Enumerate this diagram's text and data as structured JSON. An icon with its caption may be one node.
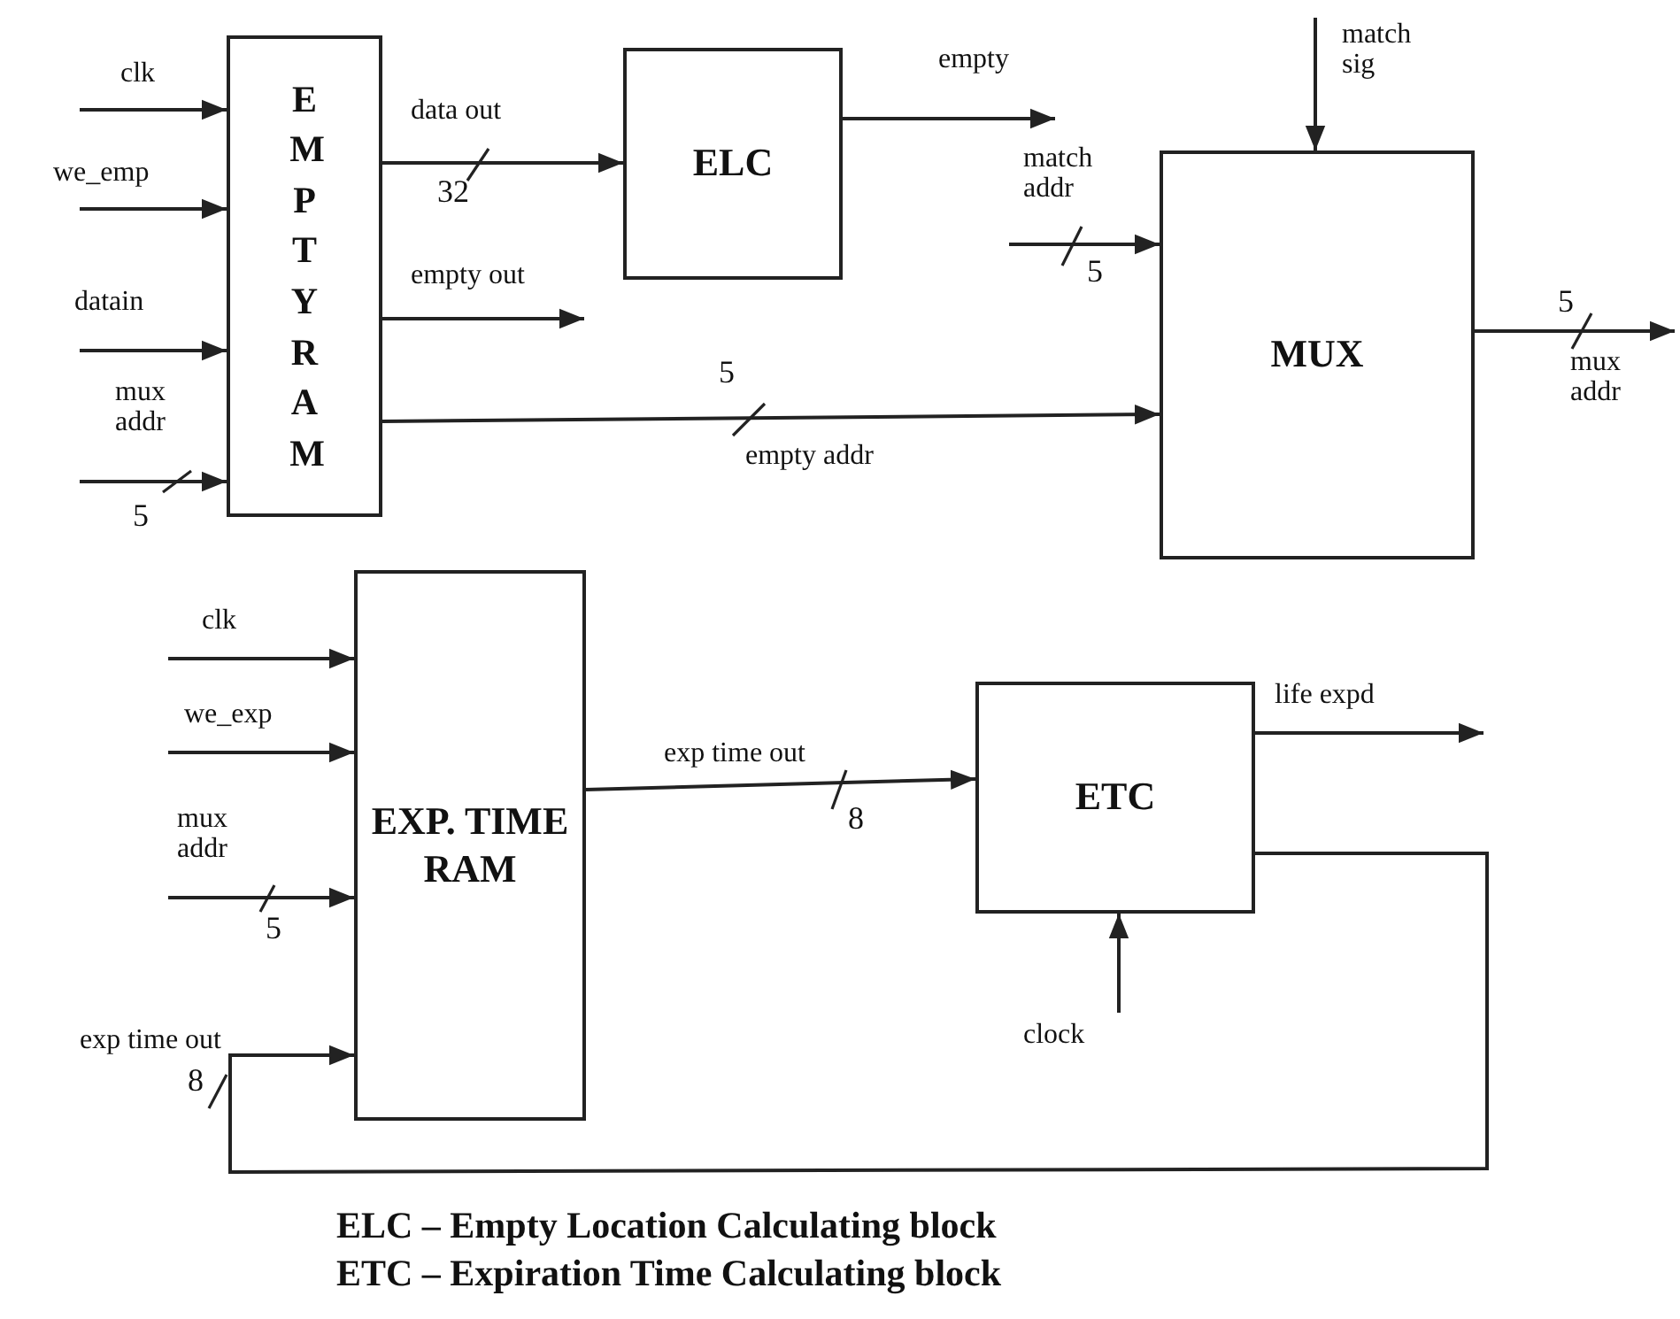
{
  "diagram": {
    "nodes": [
      {
        "text": [
          "EMPTY RAM"
        ]
      },
      {
        "text": [
          "ELC"
        ]
      },
      {
        "text": [
          "MUX"
        ]
      },
      {
        "text": [
          "EXP. TIME RAM"
        ]
      },
      {
        "text": [
          "ETC"
        ]
      }
    ],
    "edges": [
      {
        "from": null,
        "to": 0,
        "arrow": "to",
        "label": "clk"
      },
      {
        "from": null,
        "to": 0,
        "arrow": "to",
        "label": "we_emp"
      },
      {
        "from": null,
        "to": 0,
        "arrow": "to",
        "label": "datain"
      },
      {
        "from": null,
        "to": 0,
        "arrow": "to",
        "label": "mux addr"
      },
      {
        "from": 0,
        "to": 1,
        "arrow": "to",
        "label": "data out"
      },
      {
        "from": 0,
        "to": null,
        "arrow": "to",
        "label": "empty out"
      },
      {
        "from": 0,
        "to": 2,
        "arrow": "to",
        "label": "empty addr"
      },
      {
        "from": 1,
        "to": null,
        "arrow": "to",
        "label": "empty"
      },
      {
        "from": null,
        "to": 2,
        "arrow": "to",
        "label": "match sig"
      },
      {
        "from": null,
        "to": 2,
        "arrow": "to",
        "label": "match addr"
      },
      {
        "from": 2,
        "to": null,
        "arrow": "to",
        "label": "mux addr"
      },
      {
        "from": null,
        "to": 3,
        "arrow": "to",
        "label": "clk"
      },
      {
        "from": null,
        "to": 3,
        "arrow": "to",
        "label": "we_exp"
      },
      {
        "from": null,
        "to": 3,
        "arrow": "to",
        "label": "mux addr"
      },
      {
        "from": 4,
        "to": 3,
        "arrow": "to",
        "label": "exp time out"
      },
      {
        "from": 3,
        "to": 4,
        "arrow": "to",
        "label": "exp time out"
      },
      {
        "from": 4,
        "to": null,
        "arrow": "to",
        "label": "life expd"
      },
      {
        "from": null,
        "to": 4,
        "arrow": "to",
        "label": "clock"
      }
    ],
    "labels": [
      "32",
      "5",
      "5",
      "5",
      "5",
      "8",
      "5",
      "8",
      "ELC – Empty Location Calculating block",
      "ETC – Expiration Time Calculating block"
    ]
  }
}
